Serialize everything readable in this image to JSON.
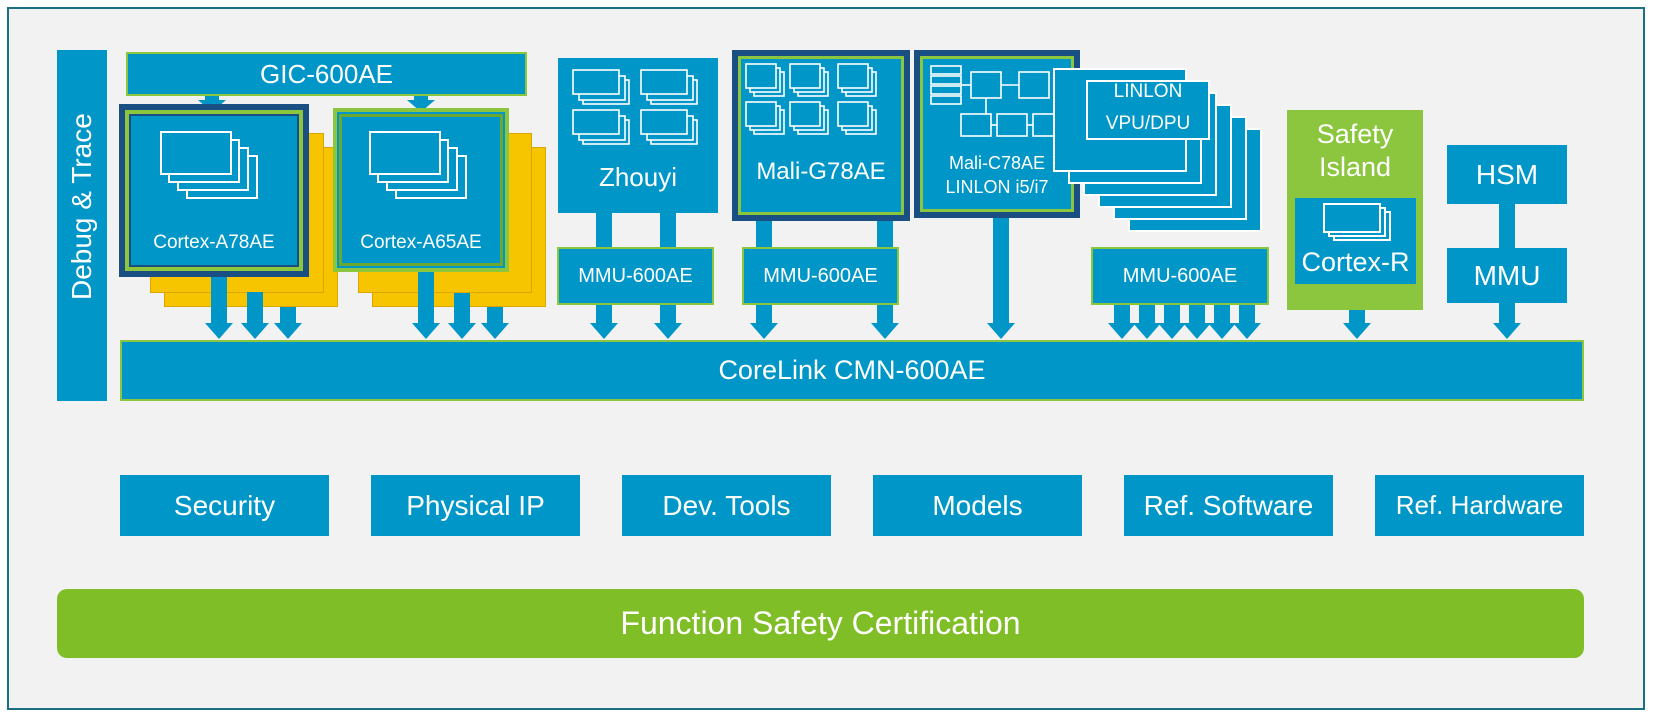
{
  "debug": "Debug & Trace",
  "gic": "GIC-600AE",
  "cortex_a78": "Cortex-A78AE",
  "cortex_a65": "Cortex-A65AE",
  "zhouyi": "Zhouyi",
  "mali_g78": "Mali-G78AE",
  "mali_c78_line1": "Mali-C78AE",
  "mali_c78_line2": "LINLON i5/i7",
  "linlon_line1": "LINLON",
  "linlon_line2": "VPU/DPU",
  "mmu600": "MMU-600AE",
  "safety_line1": "Safety",
  "safety_line2": "Island",
  "cortex_r": "Cortex-R",
  "hsm": "HSM",
  "mmu": "MMU",
  "corelink": "CoreLink CMN-600AE",
  "bottom_items": [
    "Security",
    "Physical IP",
    "Dev. Tools",
    "Models",
    "Ref. Software",
    "Ref. Hardware"
  ],
  "certification": "Function Safety Certification",
  "colors": {
    "blue": "#0096c7",
    "dark_blue": "#1a4f84",
    "green": "#8cc63f",
    "yellow": "#f7c400",
    "background": "#f2f2f2"
  }
}
